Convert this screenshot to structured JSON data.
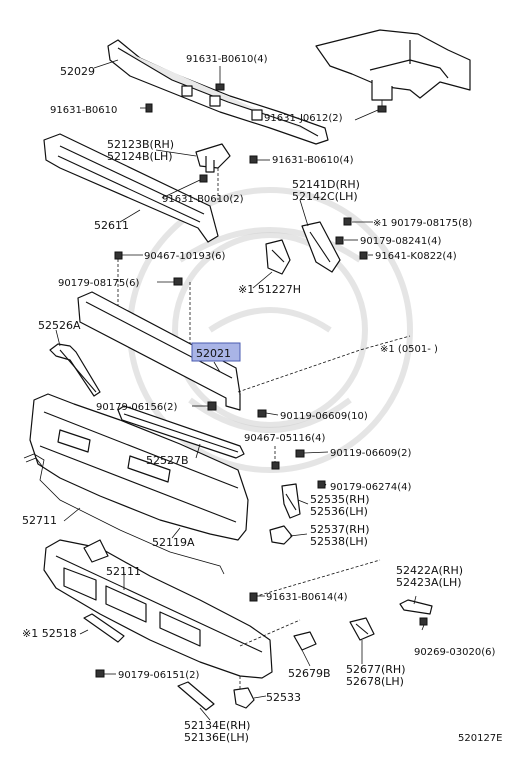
{
  "labels": {
    "p52029": "52029",
    "p91631_B0610_4": "91631-B0610(4)",
    "p91631_B0610": "91631-B0610",
    "p91631_J0612_2": "91631-J0612(2)",
    "p52123B": "52123B(RH)",
    "p52124B": "52124B(LH)",
    "p91631_B0610_4b": "91631-B0610(4)",
    "p91631_B0610_2": "91631-B0610(2)",
    "p52141D": "52141D(RH)",
    "p52142C": "52142C(LH)",
    "p52611": "52611",
    "p90179_08175_8": "※1 90179-08175(8)",
    "p90179_08241_4": "90179-08241(4)",
    "p90467_10193_6": "90467-10193(6)",
    "p91641_K0822_4": "91641-K0822(4)",
    "p90179_08175_6": "90179-08175(6)",
    "p51227H": "※1 51227H",
    "p52526A": "52526A",
    "p52021": "52021",
    "note_0501": "※1 (0501-      )",
    "p90179_06156_2": "90179-06156(2)",
    "p90119_06609_10": "90119-06609(10)",
    "p90467_05116_4": "90467-05116(4)",
    "p90119_06609_2": "90119-06609(2)",
    "p52527B": "52527B",
    "p90179_06274_4": "90179-06274(4)",
    "p52535": "52535(RH)",
    "p52536": "52536(LH)",
    "p52711": "52711",
    "p52537": "52537(RH)",
    "p52538": "52538(LH)",
    "p52119A": "52119A",
    "p52111": "52111",
    "p52422A": "52422A(RH)",
    "p52423A": "52423A(LH)",
    "p91631_B0614_4": "91631-B0614(4)",
    "p52518": "※1 52518",
    "p90269_03020_6": "90269-03020(6)",
    "p52679B": "52679B",
    "p52677": "52677(RH)",
    "p52678": "52678(LH)",
    "p90179_06151_2": "90179-06151(2)",
    "p52533": "52533",
    "p52134E": "52134E(RH)",
    "p52136E": "52136E(LH)",
    "figure_code": "520127E"
  },
  "colors": {
    "highlight_fill": "#a9b4e6",
    "highlight_stroke": "#4a5bb0",
    "line": "#111111",
    "watermark": "#cfcfcf"
  }
}
